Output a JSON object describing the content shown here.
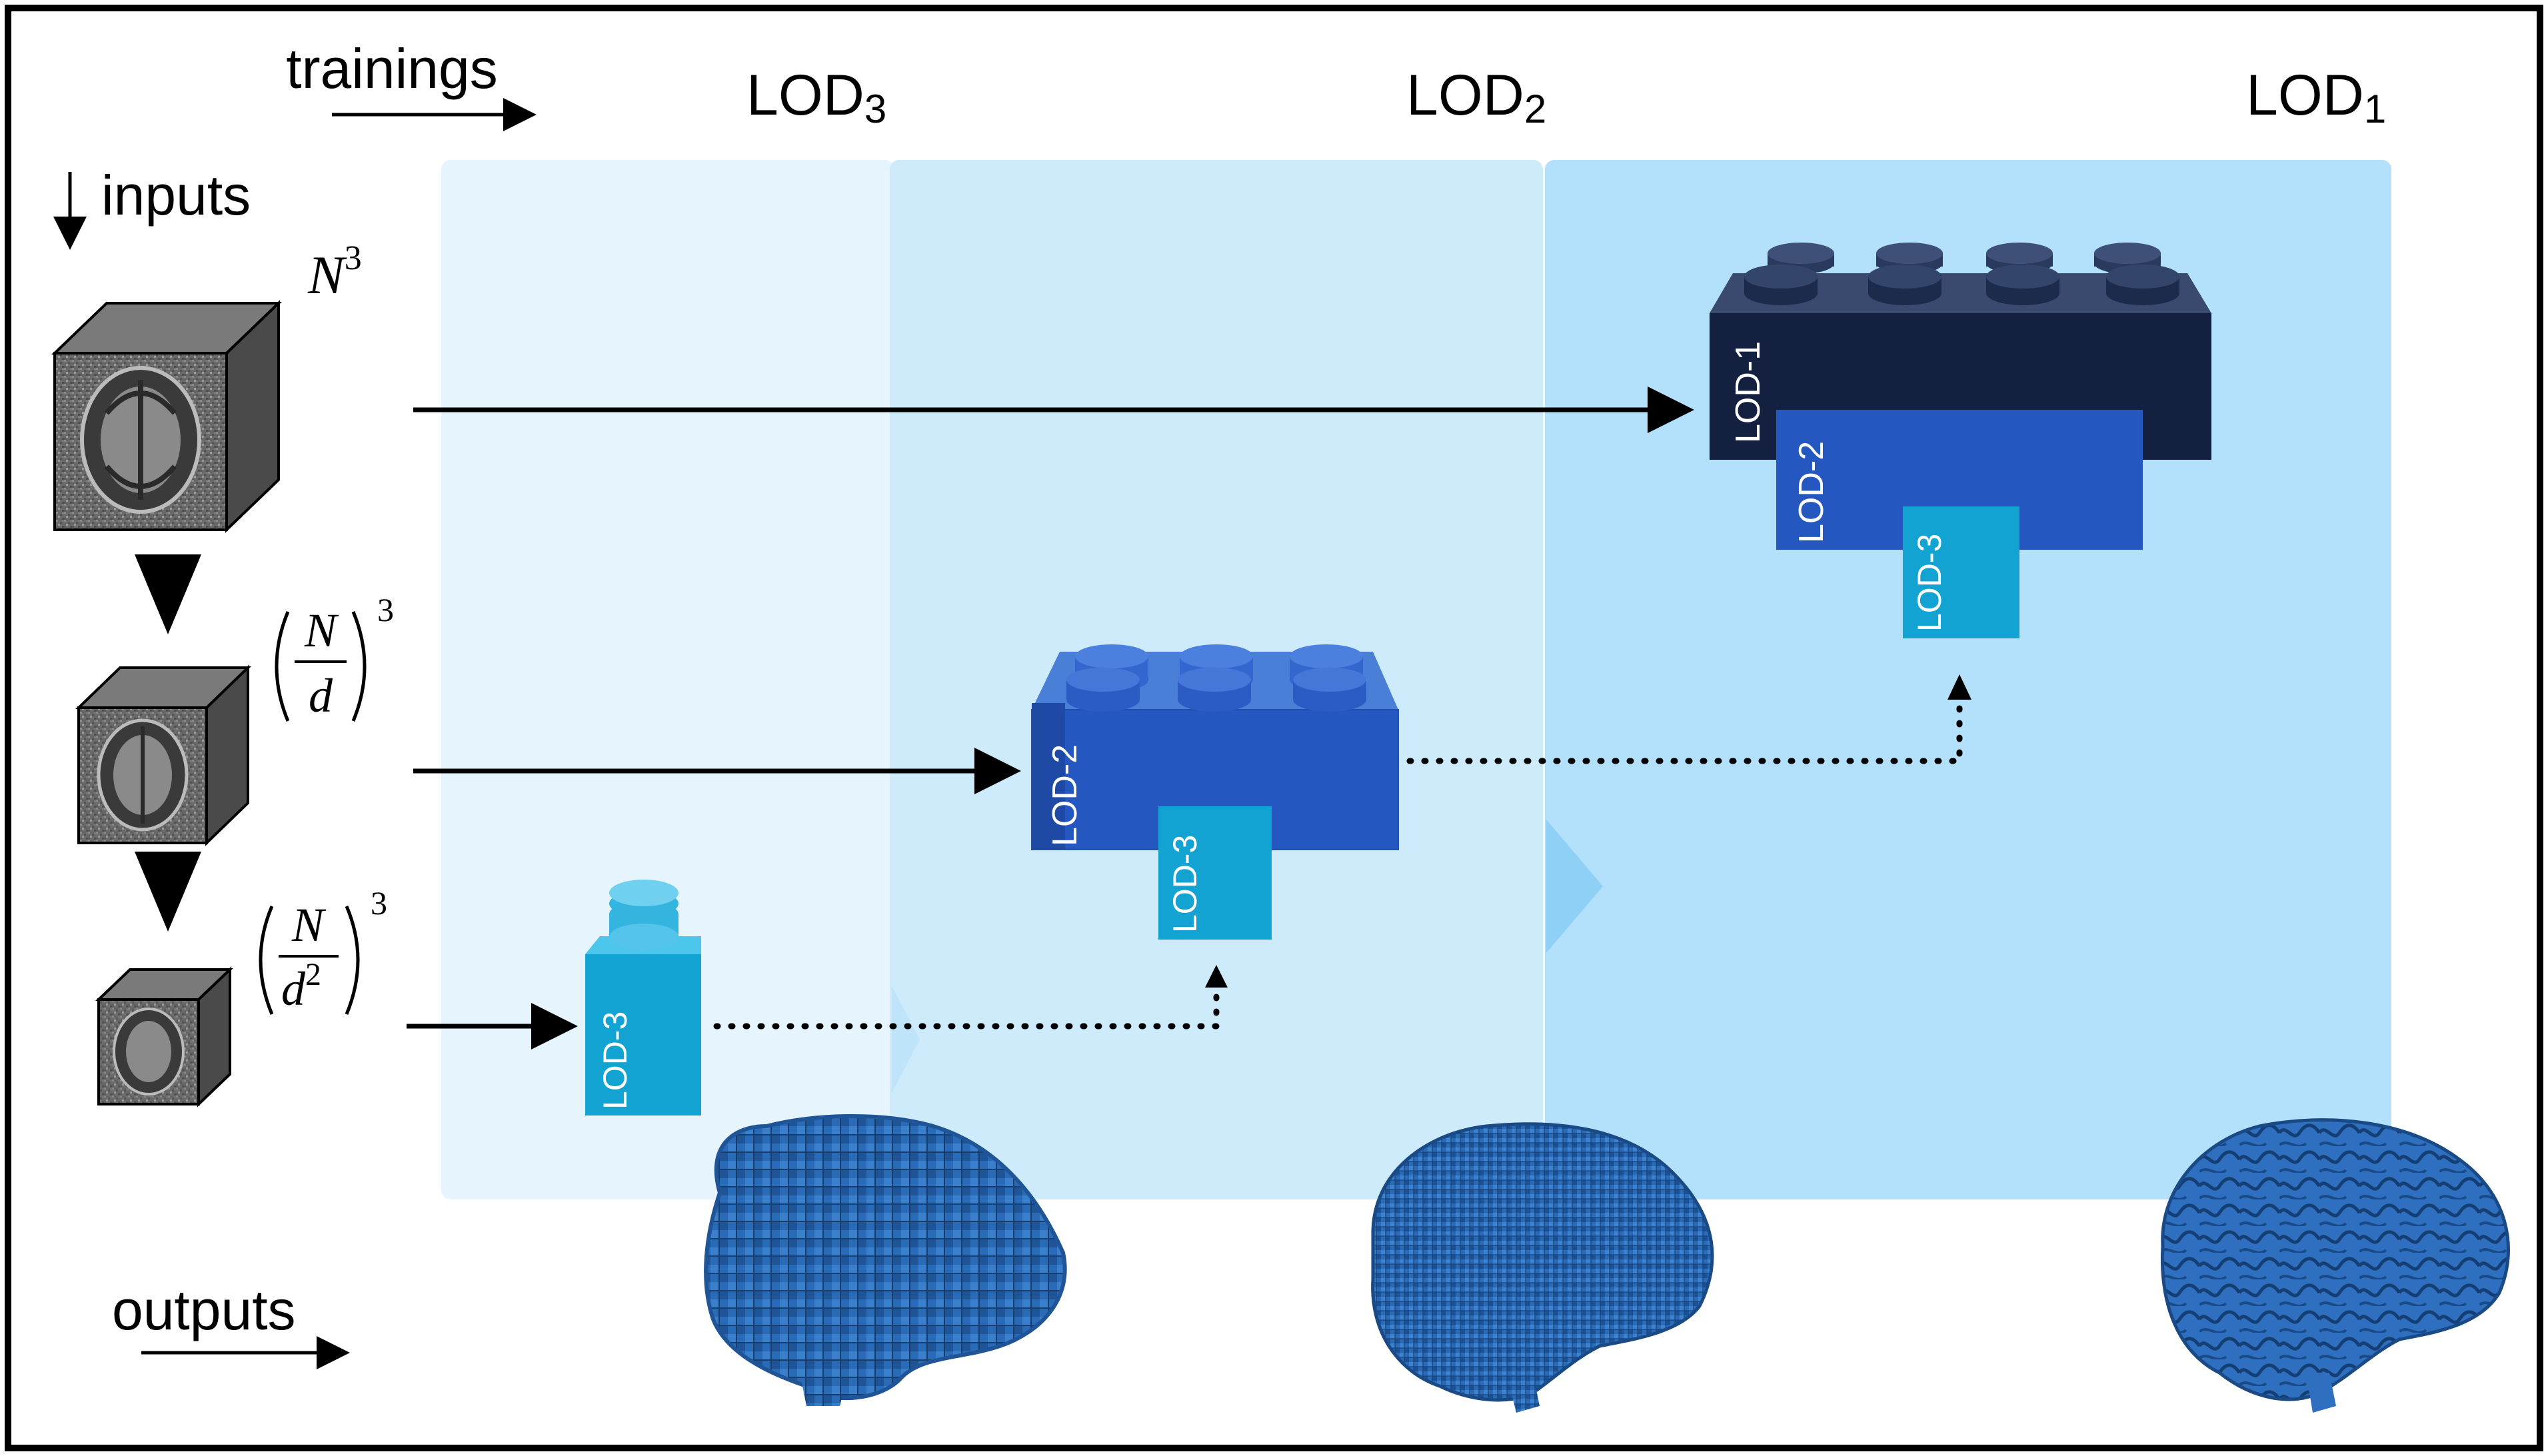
{
  "header": {
    "trainings_label": "trainings",
    "inputs_label": "inputs",
    "outputs_label": "outputs"
  },
  "stages": [
    {
      "label": "LOD",
      "sub": "3"
    },
    {
      "label": "LOD",
      "sub": "2"
    },
    {
      "label": "LOD",
      "sub": "1"
    }
  ],
  "inputs": {
    "res_full": {
      "base": "N",
      "exp": "3"
    },
    "res_d": {
      "num": "N",
      "den": "d",
      "exp": "3"
    },
    "res_d2": {
      "num": "N",
      "den": "d",
      "den_exp": "2",
      "exp": "3"
    }
  },
  "bricks": {
    "lod1": "LOD-1",
    "lod2": "LOD-2",
    "lod3": "LOD-3"
  },
  "colors": {
    "panel3": "#e6f4fd",
    "panel2": "#cdebfb",
    "panel1": "#b3e0fb",
    "brick_dark": "#13203f",
    "brick_blue": "#2457c0",
    "brick_cyan": "#13a3d3",
    "brick_light_cyan": "#33b5e0",
    "brain_blue": "#2a6bb8"
  }
}
